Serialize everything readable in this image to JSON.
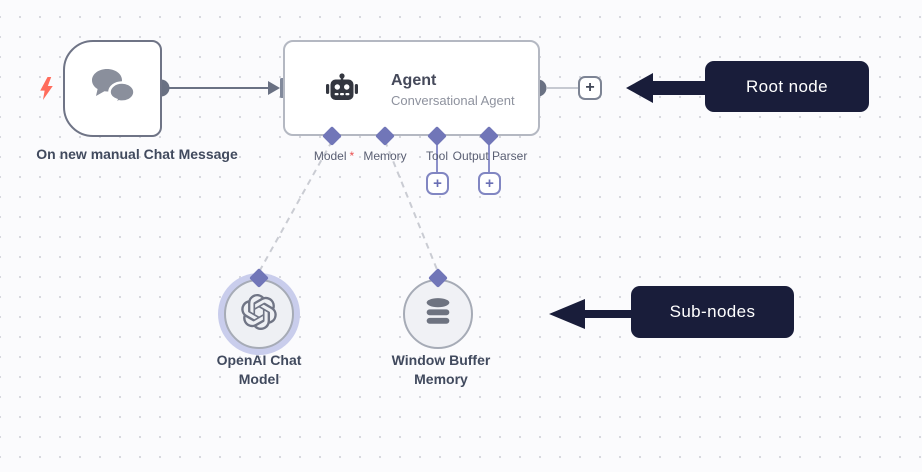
{
  "workflow": {
    "trigger": {
      "label": "On new manual Chat Message"
    },
    "agent": {
      "title": "Agent",
      "subtitle": "Conversational Agent",
      "ports": [
        {
          "label": "Model",
          "required_marker": "*"
        },
        {
          "label": "Memory"
        },
        {
          "label": "Tool"
        },
        {
          "label": "Output Parser"
        }
      ]
    },
    "subnodes": [
      {
        "name": "OpenAI Chat Model",
        "line1": "OpenAI Chat",
        "line2": "Model"
      },
      {
        "name": "Window Buffer Memory",
        "line1": "Window Buffer",
        "line2": "Memory"
      }
    ]
  },
  "annotations": {
    "root": "Root node",
    "sub": "Sub-nodes"
  },
  "controls": {
    "add_label": "+"
  },
  "colors": {
    "accent_purple": "#7176b8",
    "connector_gray": "#6a7183",
    "annotation_bg": "#191d3a",
    "trigger_bolt": "#ff6c5c",
    "required_red": "#ea4f4f",
    "canvas_bg": "#fbfbfd",
    "grid_dot": "#d7d8de"
  }
}
